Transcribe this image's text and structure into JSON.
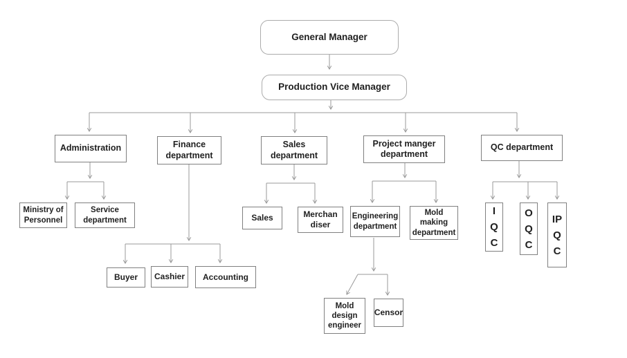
{
  "nodes": {
    "general_manager": {
      "label": "General Manager"
    },
    "production_vice_manager": {
      "label": "Production Vice Manager"
    },
    "administration": {
      "label": "Administration"
    },
    "finance_department": {
      "label": "Finance department"
    },
    "sales_department": {
      "label": "Sales department"
    },
    "project_manager_department": {
      "label": "Project manger department"
    },
    "qc_department": {
      "label": "QC department"
    },
    "ministry_of_personnel": {
      "label": "Ministry of Personnel"
    },
    "service_department": {
      "label": "Service department"
    },
    "buyer": {
      "label": "Buyer"
    },
    "cashier": {
      "label": "Cashier"
    },
    "accounting": {
      "label": "Accounting"
    },
    "sales": {
      "label": "Sales"
    },
    "merchandiser": {
      "label": "Merchan diser"
    },
    "engineering_department": {
      "label": "Engineering department"
    },
    "mold_making_department": {
      "label": "Mold making department"
    },
    "mold_design_engineer": {
      "label": "Mold design engineer"
    },
    "censor": {
      "label": "Censor"
    },
    "iqc": {
      "label": "IQC"
    },
    "oqc": {
      "label": "OQC"
    },
    "ipqc": {
      "label": "IPQC"
    }
  },
  "hierarchy": {
    "general_manager": [
      "production_vice_manager"
    ],
    "production_vice_manager": [
      "administration",
      "finance_department",
      "sales_department",
      "project_manager_department",
      "qc_department"
    ],
    "administration": [
      "ministry_of_personnel",
      "service_department"
    ],
    "finance_department": [
      "buyer",
      "cashier",
      "accounting"
    ],
    "sales_department": [
      "sales",
      "merchandiser"
    ],
    "project_manager_department": [
      "engineering_department",
      "mold_making_department"
    ],
    "engineering_department": [
      "mold_design_engineer",
      "censor"
    ],
    "qc_department": [
      "iqc",
      "oqc",
      "ipqc"
    ]
  },
  "colors": {
    "background": "#ffffff",
    "line": "#999999",
    "box_border": "#7f7f7f",
    "rounded_box_border": "#ababab",
    "text": "#1f1f1f"
  }
}
